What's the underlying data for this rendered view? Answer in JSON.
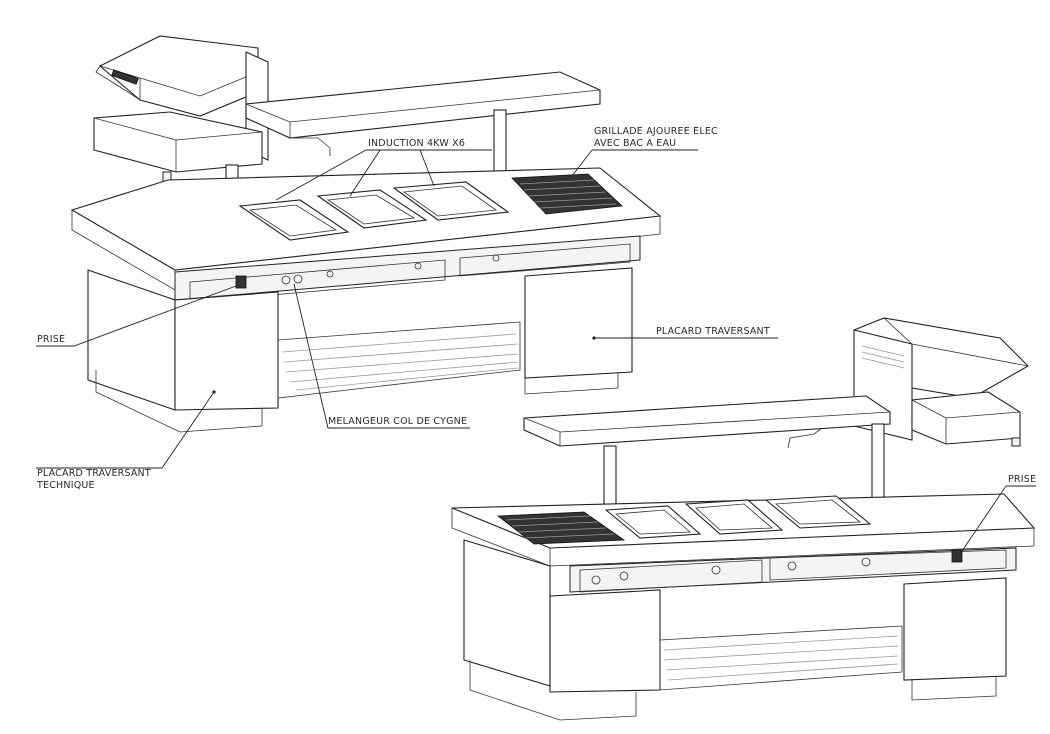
{
  "callouts": {
    "induction": "INDUCTION 4KW X6",
    "grill_line1": "GRILLADE AJOUREE ELEC",
    "grill_line2": "AVEC BAC A EAU",
    "prise_left": "PRISE",
    "placard_traversant": "PLACARD TRAVERSANT",
    "melangeur": "MELANGEUR COL DE CYGNE",
    "placard_tech_line1": "PLACARD TRAVERSANT",
    "placard_tech_line2": "TECHNIQUE",
    "prise_right": "PRISE"
  }
}
